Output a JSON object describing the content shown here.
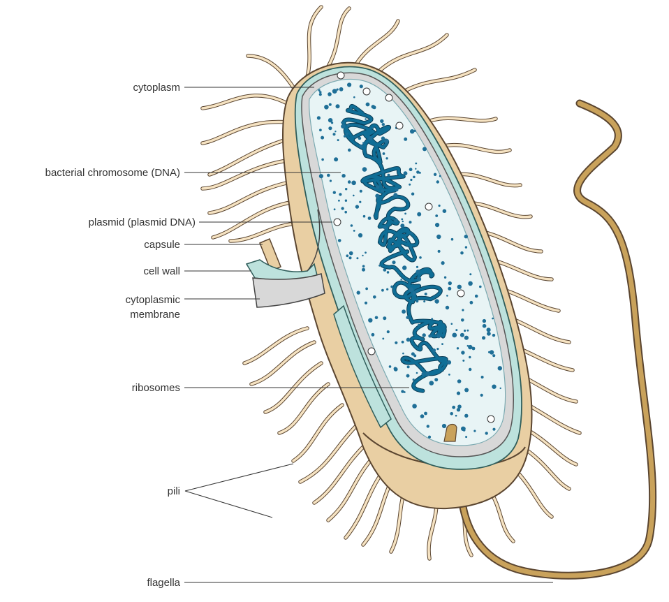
{
  "diagram": {
    "labels": {
      "cytoplasm": "cytoplasm",
      "chromosome": "bacterial chromosome (DNA)",
      "plasmid": "plasmid (plasmid DNA)",
      "capsule": "capsule",
      "cell_wall": "cell wall",
      "membrane_line1": "cytoplasmic",
      "membrane_line2": "membrane",
      "ribosomes": "ribosomes",
      "pili": "pili",
      "flagella": "flagella"
    },
    "colors": {
      "capsule": "#e9cfa3",
      "capsule_edge": "#5a4530",
      "cell_wall": "#bde2dd",
      "membrane": "#d8d8d8",
      "cytoplasm": "#e8f4f5",
      "dna": "#0f6e96",
      "dna_outline": "#0a3d57",
      "ribosome": "#1f6f97",
      "pili": "#f6e3c2",
      "pili_edge": "#5a4530",
      "flagella": "#c9a25b"
    }
  }
}
